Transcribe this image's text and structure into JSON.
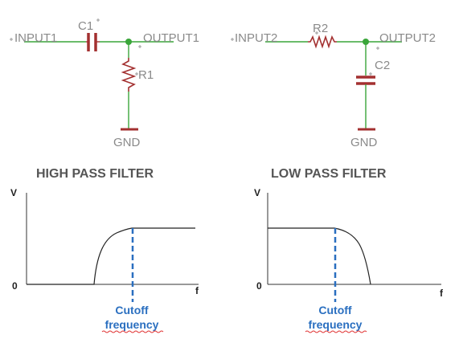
{
  "circuits": {
    "high_pass": {
      "input": "INPUT1",
      "output": "OUTPUT1",
      "capacitor": "C1",
      "resistor": "R1",
      "ground": "GND"
    },
    "low_pass": {
      "input": "INPUT2",
      "output": "OUTPUT2",
      "resistor": "R2",
      "capacitor": "C2",
      "ground": "GND"
    }
  },
  "graphs": {
    "high_pass": {
      "title": "HIGH PASS FILTER",
      "y_axis": "V",
      "x_axis": "f",
      "origin": "0",
      "cutoff_line1": "Cutoff",
      "cutoff_line2": "frequency"
    },
    "low_pass": {
      "title": "LOW PASS FILTER",
      "y_axis": "V",
      "x_axis": "f",
      "origin": "0",
      "cutoff_line1": "Cutoff",
      "cutoff_line2": "frequency"
    }
  },
  "colors": {
    "wire": "#3aa63a",
    "component": "#a33030",
    "node": "#3aa63a",
    "label": "#8a8a8a",
    "cutoff_line": "#2a6fc0",
    "curve": "#222222"
  }
}
